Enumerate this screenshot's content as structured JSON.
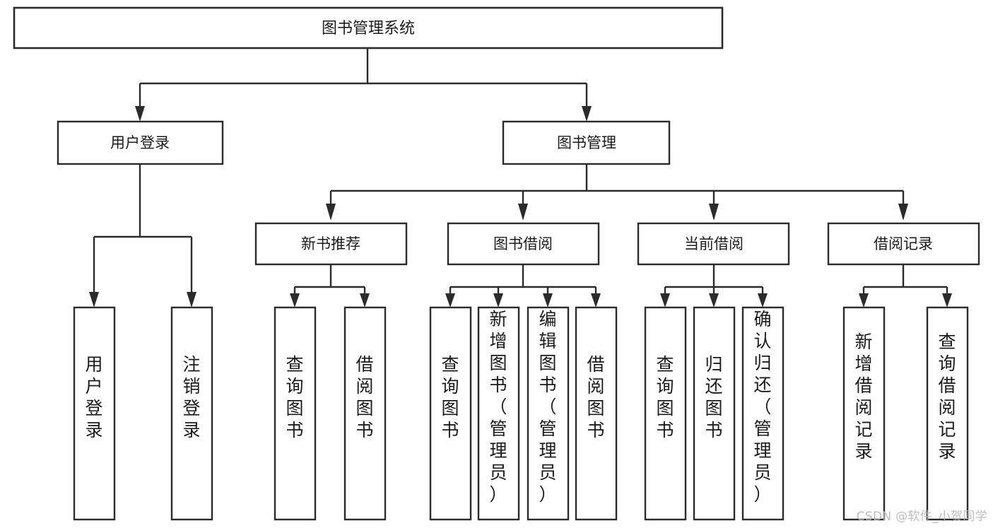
{
  "diagram": {
    "type": "tree-hierarchy",
    "title": "图书管理系统",
    "orientation": "top-down",
    "colors": {
      "stroke": "#2b2b2b",
      "fill": "#ffffff",
      "text": "#1b1b1b",
      "background": "#ffffff",
      "watermark": "#b8b8b8"
    },
    "levels": [
      {
        "level": 0,
        "nodes": [
          {
            "id": "root",
            "label": "图书管理系统",
            "orientation": "horizontal"
          }
        ]
      },
      {
        "level": 1,
        "nodes": [
          {
            "id": "login",
            "label": "用户登录",
            "orientation": "horizontal",
            "parent": "root"
          },
          {
            "id": "bookmgmt",
            "label": "图书管理",
            "orientation": "horizontal",
            "parent": "root"
          }
        ]
      },
      {
        "level": 2,
        "nodes": [
          {
            "id": "newbook",
            "label": "新书推荐",
            "orientation": "horizontal",
            "parent": "bookmgmt"
          },
          {
            "id": "borrow",
            "label": "图书借阅",
            "orientation": "horizontal",
            "parent": "bookmgmt"
          },
          {
            "id": "current",
            "label": "当前借阅",
            "orientation": "horizontal",
            "parent": "bookmgmt"
          },
          {
            "id": "records",
            "label": "借阅记录",
            "orientation": "horizontal",
            "parent": "bookmgmt"
          }
        ]
      },
      {
        "level": 3,
        "nodes": [
          {
            "id": "leaf-1",
            "label": "用户登录",
            "orientation": "vertical",
            "parent": "login"
          },
          {
            "id": "leaf-2",
            "label": "注销登录",
            "orientation": "vertical",
            "parent": "login"
          },
          {
            "id": "leaf-3",
            "label": "查询图书",
            "orientation": "vertical",
            "parent": "newbook"
          },
          {
            "id": "leaf-4",
            "label": "借阅图书",
            "orientation": "vertical",
            "parent": "newbook"
          },
          {
            "id": "leaf-5",
            "label": "查询图书",
            "orientation": "vertical",
            "parent": "borrow"
          },
          {
            "id": "leaf-6",
            "label": "新增图书（管理员）",
            "orientation": "vertical",
            "parent": "borrow"
          },
          {
            "id": "leaf-7",
            "label": "编辑图书（管理员）",
            "orientation": "vertical",
            "parent": "borrow"
          },
          {
            "id": "leaf-8",
            "label": "借阅图书",
            "orientation": "vertical",
            "parent": "borrow"
          },
          {
            "id": "leaf-9",
            "label": "查询图书",
            "orientation": "vertical",
            "parent": "current"
          },
          {
            "id": "leaf-10",
            "label": "归还图书",
            "orientation": "vertical",
            "parent": "current"
          },
          {
            "id": "leaf-11",
            "label": "确认归还（管理员）",
            "orientation": "vertical",
            "parent": "current"
          },
          {
            "id": "leaf-12",
            "label": "新增借阅记录",
            "orientation": "vertical",
            "parent": "records"
          },
          {
            "id": "leaf-13",
            "label": "查询借阅记录",
            "orientation": "vertical",
            "parent": "records"
          }
        ]
      }
    ]
  },
  "watermark": {
    "text": "CSDN @软件_小贺同学"
  }
}
